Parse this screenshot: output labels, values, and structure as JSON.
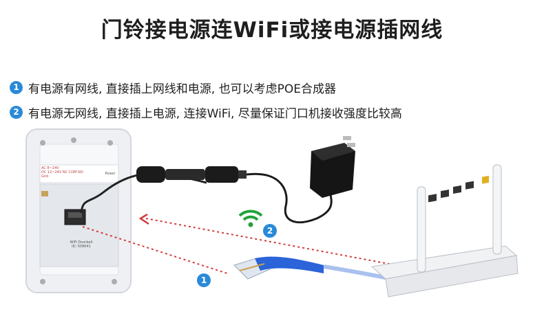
{
  "title": "门铃接电源连WiFi或接电源插网线",
  "options": [
    {
      "num": "1",
      "text": "有电源有网线, 直接插上网线和电源, 也可以考虑POE合成器"
    },
    {
      "num": "2",
      "text": "有电源无网线, 直接插上电源, 连接WiFi, 尽量保证门口机接收强度比较高"
    }
  ],
  "device": {
    "label_line1": "WiFi Doorbell",
    "label_line2": "ID: 508641",
    "power_label": "Power",
    "terminal_text_1": "AC 8~24V",
    "terminal_text_2": "DC 12~24V  NC  COM  NO  Gnd"
  },
  "badges": {
    "wifi": "2",
    "cable": "1"
  },
  "colors": {
    "accent": "#2a8ad8",
    "wifi_green": "#22a33a",
    "arrow_red": "#d33a3a",
    "cable_blue": "#2b63d8"
  }
}
